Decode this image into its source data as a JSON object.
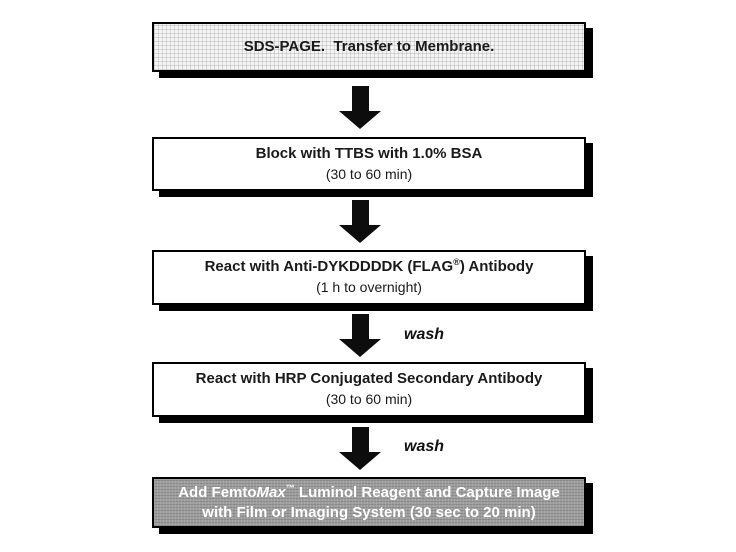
{
  "flowchart": {
    "wash_label": "wash",
    "steps": [
      {
        "line1": "SDS-PAGE.  Transfer to Membrane."
      },
      {
        "line1": "Block with TTBS with 1.0% BSA",
        "line2": "(30 to 60 min)"
      },
      {
        "line1_pre": "React with Anti-DYKDDDDK (FLAG",
        "line1_sup": "®",
        "line1_post": ") Antibody",
        "line2": "(1 h to overnight)"
      },
      {
        "line1": "React with HRP Conjugated Secondary Antibody",
        "line2": "(30 to 60 min)"
      },
      {
        "line1_pre": "Add Femto",
        "line1_italic": "Max",
        "line1_sup": "™",
        "line1_post": " Luminol Reagent and Capture Image",
        "line2": "with Film or Imaging System (30 sec to 20 min)"
      }
    ],
    "colors": {
      "border": "#000000",
      "arrow": "#0d0d0d",
      "step1_fill": "#f4f4f4",
      "step5_fill": "#9d9d9d",
      "step5_text": "#ffffff",
      "text": "#1a1a1a"
    }
  }
}
